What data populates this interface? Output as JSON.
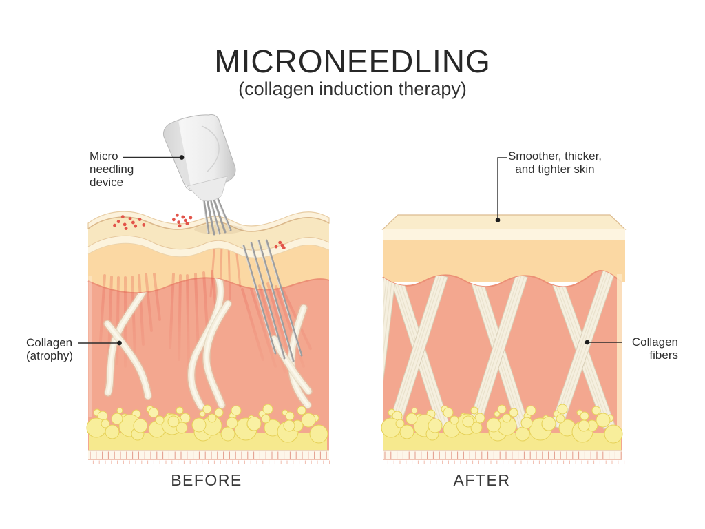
{
  "title": {
    "main": "MICRONEEDLING",
    "subtitle": "(collagen induction therapy)"
  },
  "before": {
    "caption": "BEFORE",
    "device_label": {
      "line1": "Micro",
      "line2": "needling",
      "line3": "device"
    },
    "collagen_label": {
      "line1": "Collagen",
      "line2": "(atrophy)"
    }
  },
  "after": {
    "caption": "AFTER",
    "skin_label": {
      "line1": "Smoother, thicker,",
      "line2": "and tighter skin"
    },
    "fibers_label": {
      "line1": "Collagen",
      "line2": "fibers"
    }
  },
  "colors": {
    "epidermis_cream": "#f8e7c0",
    "surface_pale": "#fcf3dd",
    "upper_dermis_peach": "#fbd8a3",
    "dermis_salmon": "#f3a78f",
    "dermis_edge": "#eb8f75",
    "collagen_fiber": "#f5efdf",
    "fat_yellow": "#f8ee9b",
    "micro_injury_red": "#e2544a",
    "needle_gray": "#a6a6a6"
  }
}
